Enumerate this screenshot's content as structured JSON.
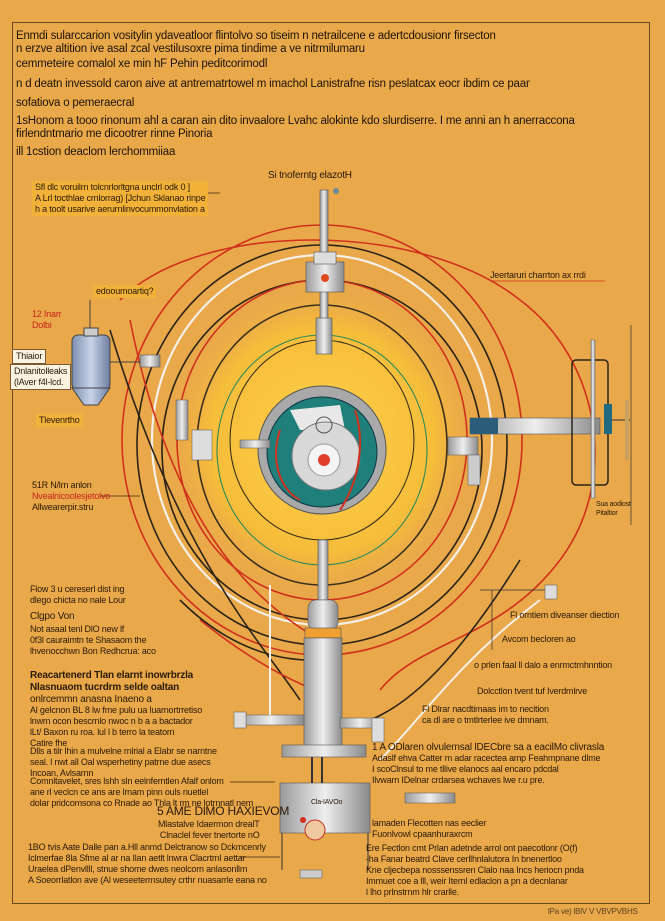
{
  "header": {
    "lines": [
      "Enmdi sularccarion vositylin ydaveatloor flintolvo so tiseim n netrailcene e adertcdousionr firsecton",
      "n erzve altition ive asal zcal vestilusoxre pima tindime a ve nitrmilumaru",
      "cemmeteire comalol xe min hF Pehin peditcorimodl",
      "n d deatn invessold caron aive at antrematrtowel m imachol Lanistrafne risn peslatcax eocr ibdim ce paar",
      "sofatiova o pemeraecral",
      "1sHonom a tooo rinonum ahl a caran ain dito invaalore Lvahc alokinte kdo slurdiserre. I me anni an h anerraccona",
      "firlendntmario me dicootrer rinne Pinoria",
      "ill 1cstion deaclom lerchommiiaa"
    ]
  },
  "labels": {
    "top_note": [
      "Sfl dlc voruilrn tolcnrlorltgna unclrl odk 0 ]",
      "A Lrl tocthlae crnlorrag) [Jchun Sklanao rinpe",
      "h a toolt usarive aerurnlinvocummonvlation a"
    ],
    "top_center": "Si tnoferntg elazotH",
    "tank_callout": "edooumoartiq?",
    "tank_red": [
      "12 Inarr",
      "Dolbi"
    ],
    "tank_box_title": "Thiaior",
    "tank_box_body": [
      "Dnlanitolleaks",
      "(lAver f4l-lcd."
    ],
    "tank_bottom": "Tlevenrtho",
    "left_mid": [
      "51R N/lrn anlon",
      "Nvealnicoolesjetolvo",
      "Allwearerpir.stru"
    ],
    "right_top": "Jeertaruri charrton ax rrdi",
    "right_small": [
      "Sua aodiost",
      "Pitaltior"
    ],
    "left_lower_1": [
      "Flow 3 u cereserl dist ing",
      "dlego chicta no nale  Lour"
    ],
    "left_lower_2": [
      "Clgpo Von",
      "Not asaal tenl        DlO new   lf",
      "0f3l cauraimtn te Shasaom      the",
      "lhvenocchwn Bon Redhcrua: aco"
    ],
    "left_lower_3": [
      "Reacartenerd Tlan elarnt inowrbrzla",
      "Nlasnuaom tucrdrm selde oaltan",
      "onlrcemmn anasna Inaeno a"
    ],
    "left_lower_4": [
      "Al gelcnon BL 8 lw fme pulu ua luarnortrretiso",
      "lnwm ocon bescrnlo nwoc n b a a bactador",
      "lLt/ Baxon ru roa. lul l b terro la teatorn",
      "Catire fhe"
    ],
    "left_lower_5": [
      "Dlls a tilr lhin a mulvelne rnlrial a Elabr se narntne",
      "seal. l nwt all Oal wsperhetiny patrne due asecs",
      "Incoan, Avlsarnn"
    ],
    "left_lower_6": [
      "Comnltavelet, sres lshh sln eelnferntlen Afalf onlom",
      "ane rl veclcn ce ans are lrnam pinn ouls nuetlel",
      "dolar pridcomsona co Rnade ao Thla  lt rm ne lotrnnatl nem"
    ],
    "center_bottom_title": "5 AME DlMO HAXIEVOM",
    "center_bottom_sub": [
      "Mlastalve Idaermon drealT",
      "Clnaclel fever tnertorte nO"
    ],
    "bottom_left": [
      "1BO tvis Aate Dalle pan a.Hll anmd Delctranow so Dckmcenrly",
      "Iclmerfae 8la Sfme al ar na Ilan aetlt lnwra  Clacrtrnl aettar",
      "Uraelea dPenvllll, stnue shome dwes neolcorn anlasonllm",
      "A Soeorrlatlon ave (Al weseeterrnsutey crthr nuasarrle eana no"
    ],
    "right_1": "Fl orntiem diveanser diection",
    "right_2": "Avcom becloren ao",
    "right_3": "o prlen faal ll dalo  a enrmctrnhnntion",
    "right_4": "Dolcctlon tvent tuf Iverdmlrve",
    "right_5": [
      "Fl Dlrar nacdtimaas im to necition",
      "ca dl are o tmtlrterlee ive dmnam."
    ],
    "right_6": [
      "1 A ODlaren olvulernsal lDECbre sa a eacilMo clivrasla",
      "Adaslf ehva Catter m adar racectea amp Feahmpnane dlme",
      "I scoClnsul to me tllive elanocs aal encaro pdcdal",
      "Ilvwarn IDelnar crdarsea wchaves lwe r.u pre."
    ],
    "right_7": [
      "lamaden Flecotten nas eeclier",
      "Fuonlvowl cpaanhuraxrcm"
    ],
    "right_8": [
      "Ere Fectlon cmt Prlan adetnde arrol ont paecotlonr (O(f)",
      "-ha Fanar beatrd Clave cerllhnlalutora In bnenertloo",
      "Kne cljecbepa nosssenssren Clalo naa Incs heriocn pnda",
      "Immuet coe a lll, weir Iternl edlaclon a pn a decnlanar",
      "l lho prlnstrnm hlr crarlle."
    ],
    "signature": "lPa ve) lBlV V VBVPVBHS",
    "housing_label": "Cla-IAVOo"
  },
  "colors": {
    "background": "#e9a84a",
    "wire_red": "#d0301c",
    "wire_dark": "#2a2418",
    "teal": "#1f7f7a",
    "steel": "#c8c8c8"
  }
}
